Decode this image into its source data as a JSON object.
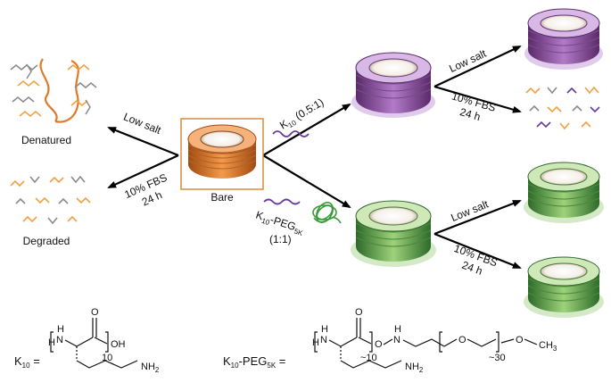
{
  "center": {
    "label": "Bare"
  },
  "left": {
    "top_label": "Low salt",
    "top_result": "Denatured",
    "bottom_label_1": "10% FBS",
    "bottom_label_2": "24 h",
    "bottom_result": "Degraded"
  },
  "upper_path": {
    "reagent_main": "K",
    "reagent_sub": "10",
    "reagent_ratio": " (0.5:1)",
    "branch_top_label": "Low salt",
    "branch_bottom_label_1": "10% FBS",
    "branch_bottom_label_2": "24 h"
  },
  "lower_path": {
    "reagent_k": "K",
    "reagent_k_sub": "10",
    "reagent_peg": "-PEG",
    "reagent_peg_sub": "5K",
    "reagent_ratio": "(1:1)",
    "branch_top_label": "Low salt",
    "branch_bottom_label_1": "10% FBS",
    "branch_bottom_label_2": "24 h"
  },
  "formula_k10": {
    "name": "K",
    "name_sub": "10",
    "eq": " =",
    "h": "H",
    "n": "N",
    "h_on_n": "H",
    "o_double": "O",
    "oh": "OH",
    "repeat": "10",
    "nh2": "NH",
    "nh2_sub": "2"
  },
  "formula_peg": {
    "name": "K",
    "name_sub": "10",
    "name_peg": "-PEG",
    "name_peg_sub": "5K",
    "eq": " =",
    "h": "H",
    "n": "N",
    "h_on_n": "H",
    "o_double": "O",
    "o_ester": "O",
    "n2": "N",
    "h_on_n2": "H",
    "o_ether": "O",
    "o_methoxy": "O",
    "ch3": "CH",
    "ch3_sub": "3",
    "repeat1": "~10",
    "repeat2": "~30",
    "nh2": "NH",
    "nh2_sub": "2"
  },
  "colors": {
    "bare_ring": "#e07a2a",
    "k10_ring": "#8a5aa8",
    "peg_ring": "#6fae4a",
    "box_border": "#d98a3a",
    "orange_strand": "#f0a040",
    "gray_strand": "#8a8a8a",
    "purple_strand": "#6a3a9a",
    "green_strand": "#3a9a3a"
  }
}
